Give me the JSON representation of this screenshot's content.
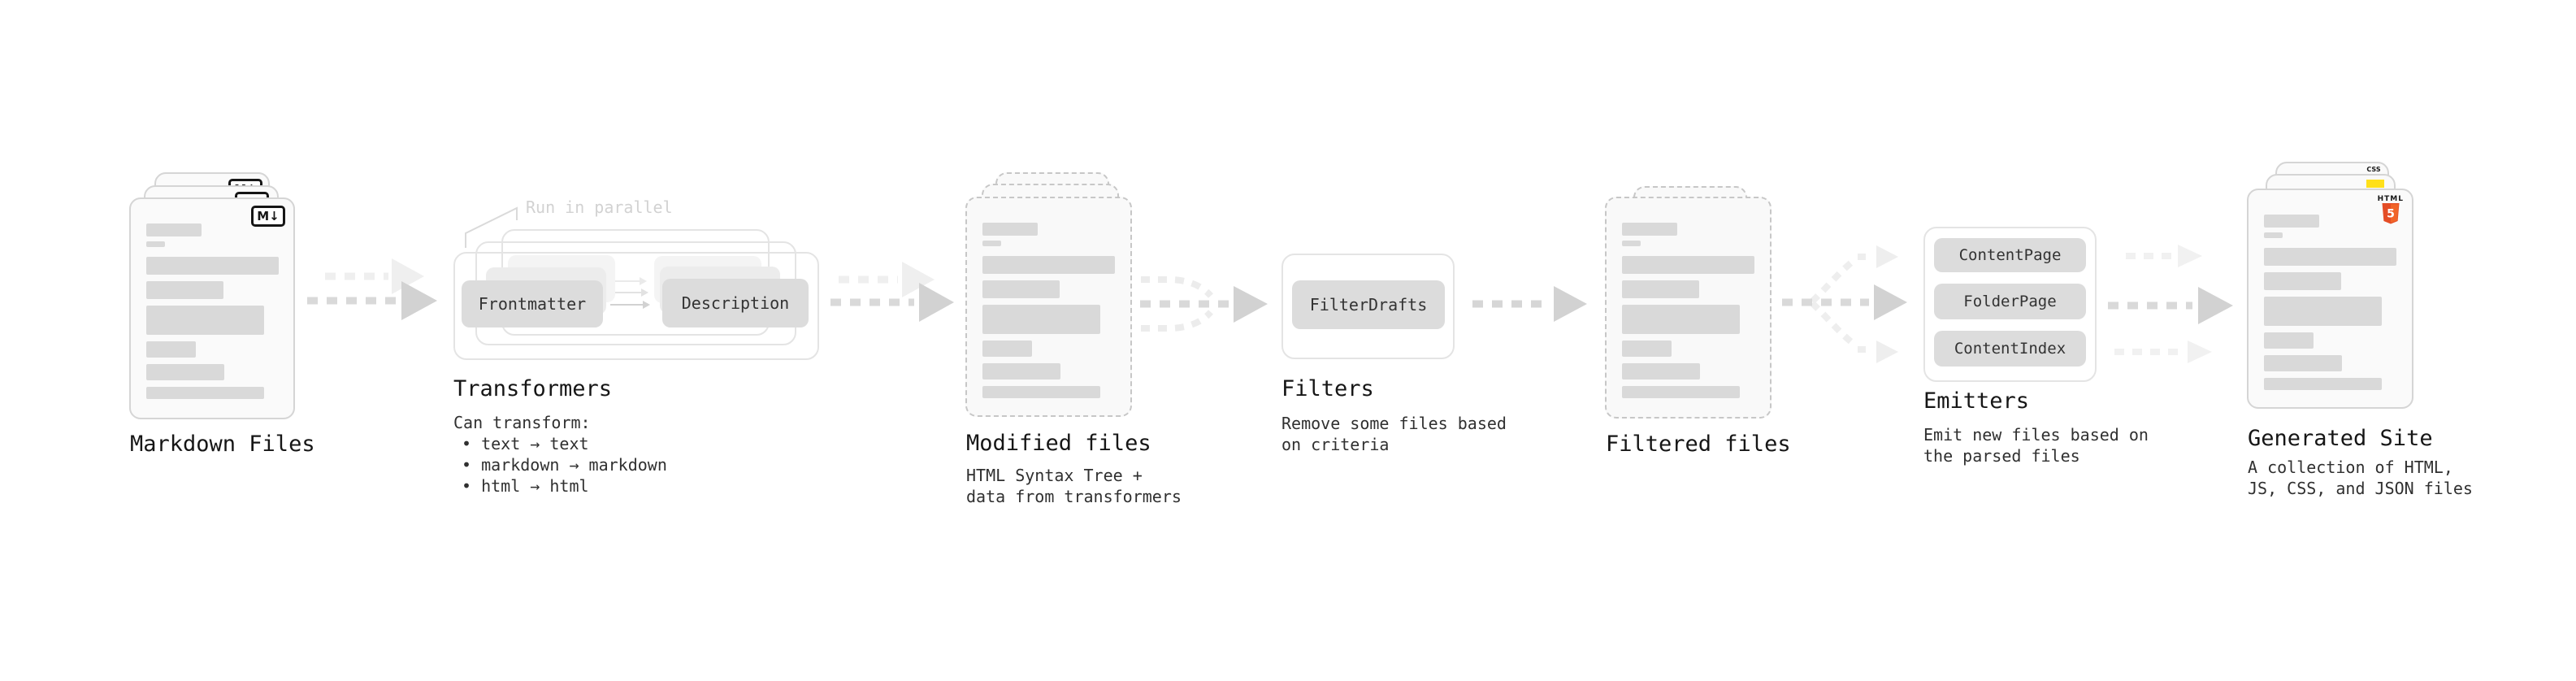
{
  "stages": {
    "markdown": {
      "label": "Markdown Files"
    },
    "transformers": {
      "label": "Transformers",
      "note": "Run in parallel",
      "intro": "Can transform:",
      "bullets": [
        "• text → text",
        "• markdown → markdown",
        "• html → html"
      ],
      "box_left": "Frontmatter",
      "box_right": "Description"
    },
    "modified": {
      "label": "Modified files",
      "sub": [
        "HTML Syntax Tree +",
        "data from transformers"
      ]
    },
    "filters": {
      "label": "Filters",
      "sub": [
        "Remove some files based",
        "on criteria"
      ],
      "box": "FilterDrafts"
    },
    "filtered": {
      "label": "Filtered files"
    },
    "emitters": {
      "label": "Emitters",
      "sub": [
        "Emit new files based on",
        "the parsed files"
      ],
      "boxes": [
        "ContentPage",
        "FolderPage",
        "ContentIndex"
      ]
    },
    "generated": {
      "label": "Generated Site",
      "sub": [
        "A collection of HTML,",
        "JS, CSS, and JSON files"
      ]
    }
  },
  "icons": {
    "markdown_badge": "M↓",
    "html5_word": "HTML",
    "html5_digit": "5",
    "css_word": "CSS"
  },
  "colors": {
    "html5_orange": "#e44d26",
    "html5_orange_light": "#f16529",
    "js_yellow": "#ffe01a",
    "css_blue": "#2962ff",
    "placeholder_gray": "#d9d9d9",
    "arrow_gray": "#d4d4d4",
    "arrow_ghost": "#efefef"
  },
  "doc_bars": [
    {
      "w": 68,
      "h": 16,
      "mt": 2
    },
    {
      "w": 23,
      "h": 7,
      "mt": 6
    },
    {
      "w": 163,
      "h": 22,
      "mt": 12
    },
    {
      "w": 95,
      "h": 22,
      "mt": 8
    },
    {
      "w": 145,
      "h": 36,
      "mt": 8
    },
    {
      "w": 61,
      "h": 20,
      "mt": 8
    },
    {
      "w": 96,
      "h": 20,
      "mt": 8
    },
    {
      "w": 145,
      "h": 15,
      "mt": 8
    }
  ]
}
